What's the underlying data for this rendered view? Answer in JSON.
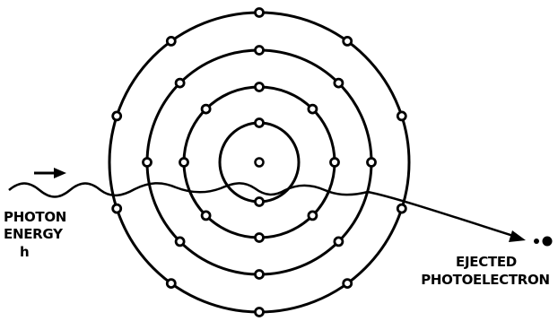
{
  "labels": {
    "photon_line1": "PHOTON",
    "photon_line2": "ENERGY",
    "photon_line3": "h",
    "ejected_line1": "EJECTED",
    "ejected_line2": "PHOTOELECTRON"
  },
  "atom": {
    "shells": [
      {
        "electron_count": 2
      },
      {
        "electron_count": 8
      },
      {
        "electron_count": 8
      },
      {
        "electron_count": 10
      }
    ]
  },
  "colors": {
    "ink": "#000000",
    "background": "#ffffff"
  }
}
